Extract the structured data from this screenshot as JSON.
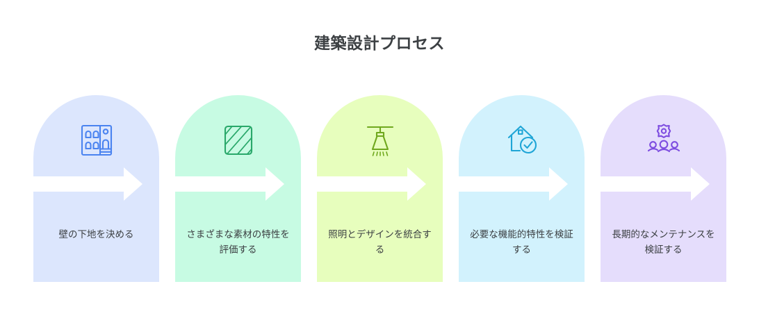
{
  "header": {
    "title": "建築設計プロセス"
  },
  "theme": {
    "background": "#ffffff",
    "title_color": "#3c4043",
    "label_color": "#3c4043",
    "arrow_color": "#ffffff"
  },
  "process": {
    "steps": [
      {
        "index": 1,
        "label": "壁の下地を決める",
        "icon": "wall-panel-icon",
        "panel_color": "#dce6fd",
        "icon_color": "#4a83f0"
      },
      {
        "index": 2,
        "label": "さまざまな素材の特性を評価する",
        "icon": "hatched-material-swatch-icon",
        "panel_color": "#c7fbe3",
        "icon_color": "#29a86a"
      },
      {
        "index": 3,
        "label": "照明とデザインを統合する",
        "icon": "pendant-lamp-icon",
        "panel_color": "#e7febd",
        "icon_color": "#6fa81e"
      },
      {
        "index": 4,
        "label": "必要な機能的特性を検証する",
        "icon": "house-check-icon",
        "panel_color": "#d2f2fd",
        "icon_color": "#1fa5d6"
      },
      {
        "index": 5,
        "label": "長期的なメンテナンスを検証する",
        "icon": "team-gear-icon",
        "panel_color": "#e5ddfc",
        "icon_color": "#7d4ce0"
      }
    ]
  }
}
